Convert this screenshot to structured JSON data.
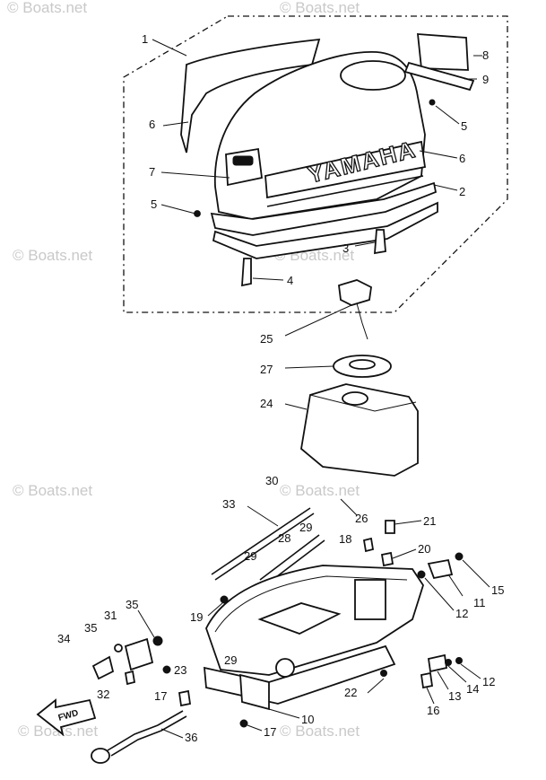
{
  "diagram": {
    "brand_text": "YAMAHA",
    "fwd_text": "FWD",
    "watermark": "© Boats.net",
    "callouts": [
      {
        "id": "c1",
        "label": "1"
      },
      {
        "id": "c2",
        "label": "2"
      },
      {
        "id": "c3",
        "label": "3"
      },
      {
        "id": "c4",
        "label": "4"
      },
      {
        "id": "c5a",
        "label": "5"
      },
      {
        "id": "c5b",
        "label": "5"
      },
      {
        "id": "c6a",
        "label": "6"
      },
      {
        "id": "c6b",
        "label": "6"
      },
      {
        "id": "c7",
        "label": "7"
      },
      {
        "id": "c8",
        "label": "8"
      },
      {
        "id": "c9",
        "label": "9"
      },
      {
        "id": "c10",
        "label": "10"
      },
      {
        "id": "c11",
        "label": "11"
      },
      {
        "id": "c12a",
        "label": "12"
      },
      {
        "id": "c12b",
        "label": "12"
      },
      {
        "id": "c13",
        "label": "13"
      },
      {
        "id": "c14",
        "label": "14"
      },
      {
        "id": "c15",
        "label": "15"
      },
      {
        "id": "c16",
        "label": "16"
      },
      {
        "id": "c17a",
        "label": "17"
      },
      {
        "id": "c17b",
        "label": "17"
      },
      {
        "id": "c18",
        "label": "18"
      },
      {
        "id": "c19",
        "label": "19"
      },
      {
        "id": "c20",
        "label": "20"
      },
      {
        "id": "c21",
        "label": "21"
      },
      {
        "id": "c22",
        "label": "22"
      },
      {
        "id": "c23",
        "label": "23"
      },
      {
        "id": "c24",
        "label": "24"
      },
      {
        "id": "c25",
        "label": "25"
      },
      {
        "id": "c26",
        "label": "26"
      },
      {
        "id": "c27",
        "label": "27"
      },
      {
        "id": "c28",
        "label": "28"
      },
      {
        "id": "c29a",
        "label": "29"
      },
      {
        "id": "c29b",
        "label": "29"
      },
      {
        "id": "c29c",
        "label": "29"
      },
      {
        "id": "c30",
        "label": "30"
      },
      {
        "id": "c31",
        "label": "31"
      },
      {
        "id": "c32",
        "label": "32"
      },
      {
        "id": "c33",
        "label": "33"
      },
      {
        "id": "c34",
        "label": "34"
      },
      {
        "id": "c35a",
        "label": "35"
      },
      {
        "id": "c35b",
        "label": "35"
      },
      {
        "id": "c36",
        "label": "36"
      }
    ]
  }
}
